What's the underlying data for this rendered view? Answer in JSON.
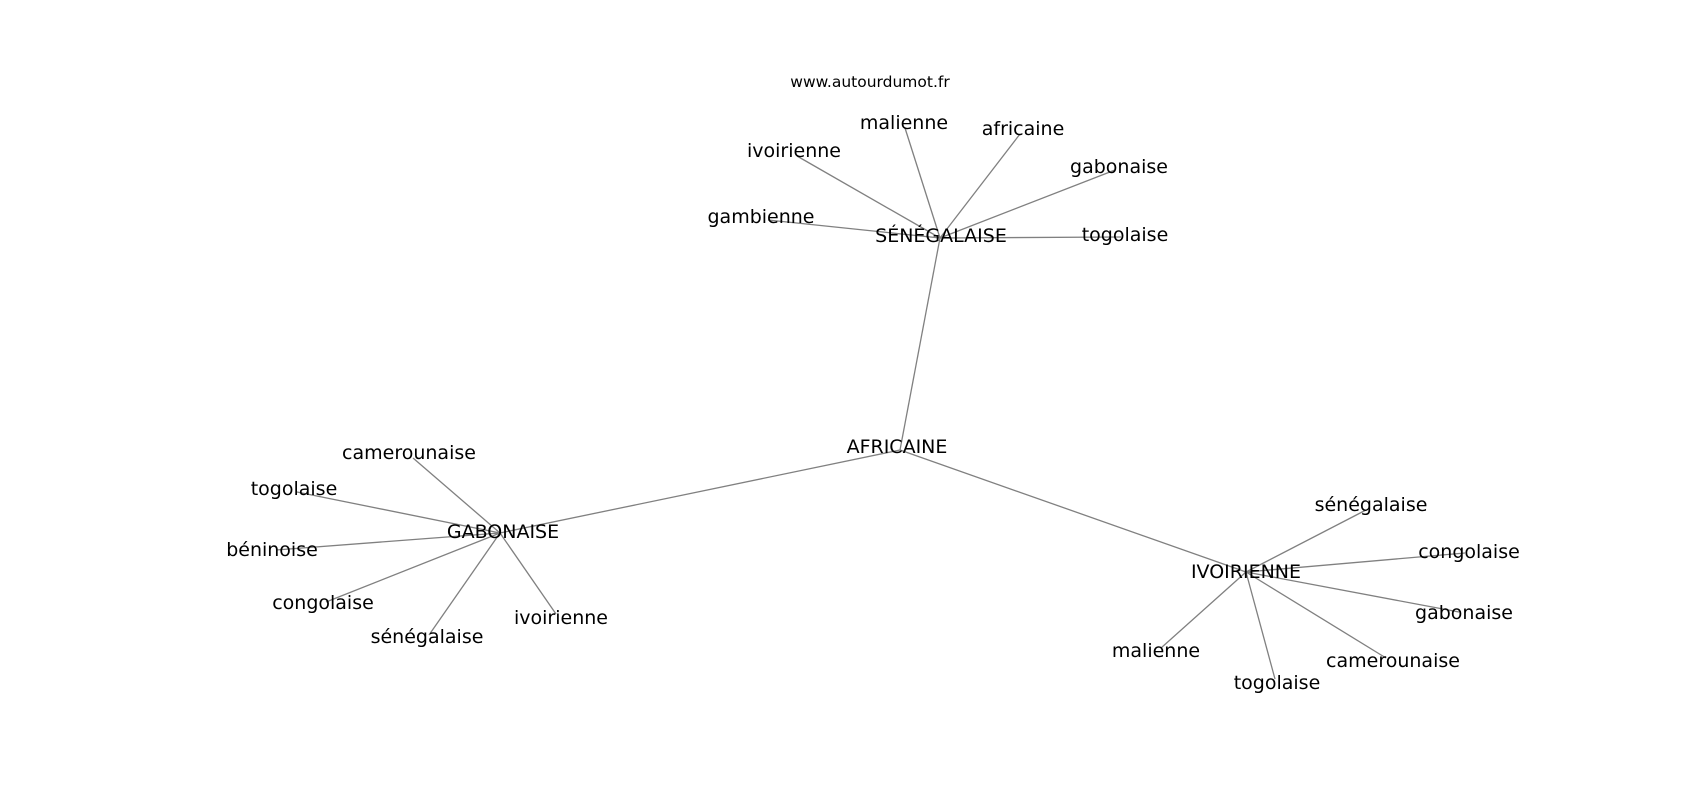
{
  "watermark": "www.autourdumot.fr",
  "colors": {
    "edge": "#808080",
    "text": "#000000",
    "background": "#ffffff"
  },
  "graph": {
    "nodes": [
      {
        "id": "africaine_hub",
        "label": "AFRICAINE",
        "hub": true
      },
      {
        "id": "senegalaise_hub",
        "label": "SÉNÉGALAISE",
        "hub": true
      },
      {
        "id": "gabonaise_hub",
        "label": "GABONAISE",
        "hub": true
      },
      {
        "id": "ivoirienne_hub",
        "label": "IVOIRIENNE",
        "hub": true
      },
      {
        "id": "sen_malienne",
        "label": "malienne"
      },
      {
        "id": "sen_africaine",
        "label": "africaine"
      },
      {
        "id": "sen_ivoirienne",
        "label": "ivoirienne"
      },
      {
        "id": "sen_gabonaise",
        "label": "gabonaise"
      },
      {
        "id": "sen_gambienne",
        "label": "gambienne"
      },
      {
        "id": "sen_togolaise",
        "label": "togolaise"
      },
      {
        "id": "gab_camerounaise",
        "label": "camerounaise"
      },
      {
        "id": "gab_togolaise",
        "label": "togolaise"
      },
      {
        "id": "gab_beninoise",
        "label": "béninoise"
      },
      {
        "id": "gab_congolaise",
        "label": "congolaise"
      },
      {
        "id": "gab_senegalaise",
        "label": "sénégalaise"
      },
      {
        "id": "gab_ivoirienne",
        "label": "ivoirienne"
      },
      {
        "id": "ivo_senegalaise",
        "label": "sénégalaise"
      },
      {
        "id": "ivo_congolaise",
        "label": "congolaise"
      },
      {
        "id": "ivo_gabonaise",
        "label": "gabonaise"
      },
      {
        "id": "ivo_malienne",
        "label": "malienne"
      },
      {
        "id": "ivo_camerounaise",
        "label": "camerounaise"
      },
      {
        "id": "ivo_togolaise",
        "label": "togolaise"
      }
    ],
    "edges": [
      {
        "from": "africaine_hub",
        "to": "senegalaise_hub"
      },
      {
        "from": "africaine_hub",
        "to": "gabonaise_hub"
      },
      {
        "from": "africaine_hub",
        "to": "ivoirienne_hub"
      },
      {
        "from": "senegalaise_hub",
        "to": "sen_malienne"
      },
      {
        "from": "senegalaise_hub",
        "to": "sen_africaine"
      },
      {
        "from": "senegalaise_hub",
        "to": "sen_ivoirienne"
      },
      {
        "from": "senegalaise_hub",
        "to": "sen_gabonaise"
      },
      {
        "from": "senegalaise_hub",
        "to": "sen_gambienne"
      },
      {
        "from": "senegalaise_hub",
        "to": "sen_togolaise"
      },
      {
        "from": "gabonaise_hub",
        "to": "gab_camerounaise"
      },
      {
        "from": "gabonaise_hub",
        "to": "gab_togolaise"
      },
      {
        "from": "gabonaise_hub",
        "to": "gab_beninoise"
      },
      {
        "from": "gabonaise_hub",
        "to": "gab_congolaise"
      },
      {
        "from": "gabonaise_hub",
        "to": "gab_senegalaise"
      },
      {
        "from": "gabonaise_hub",
        "to": "gab_ivoirienne"
      },
      {
        "from": "ivoirienne_hub",
        "to": "ivo_senegalaise"
      },
      {
        "from": "ivoirienne_hub",
        "to": "ivo_congolaise"
      },
      {
        "from": "ivoirienne_hub",
        "to": "ivo_gabonaise"
      },
      {
        "from": "ivoirienne_hub",
        "to": "ivo_malienne"
      },
      {
        "from": "ivoirienne_hub",
        "to": "ivo_camerounaise"
      },
      {
        "from": "ivoirienne_hub",
        "to": "ivo_togolaise"
      }
    ]
  }
}
